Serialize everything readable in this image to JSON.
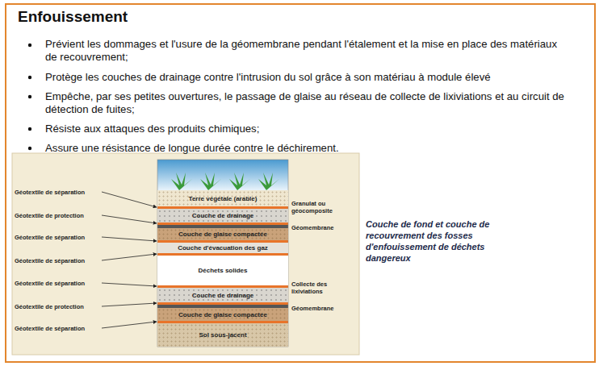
{
  "diagram": {
    "title": "Enfouissement",
    "nodes": [
      {
        "text": [
          "Terre végétale (arable)"
        ]
      },
      {
        "text": [
          "Couche de drainage"
        ]
      },
      {
        "text": [
          "Couche de glaise compactée"
        ]
      },
      {
        "text": [
          "Couche d'évacuation des gaz"
        ]
      },
      {
        "text": [
          "Déchets solides"
        ]
      },
      {
        "text": [
          "Couche de drainage"
        ]
      },
      {
        "text": [
          "Couche de glaise compactée"
        ]
      },
      {
        "text": [
          "Sol sous-jacent"
        ]
      }
    ],
    "labels": [
      "Prévient les dommages et l'usure de la géomembrane pendant l'étalement et la mise en place des matériaux de recouvrement;",
      "Protège les couches de drainage contre l'intrusion du sol grâce à son matériau à module élevé",
      "Empêche, par ses petites ouvertures, le passage de glaise au réseau de collecte de lixiviations et au circuit de détection de fuites;",
      "Résiste aux attaques des produits chimiques;",
      "Assure une résistance de longue durée contre le déchirement.",
      "Géotextile de séparation",
      "Géotextile de protection",
      "Géotextile de séparation",
      "Géotextile de séparation",
      "Géotextile de séparation",
      "Géotextile de protection",
      "Géotextile de séparation",
      "Granulat ou géocomposite",
      "Géomembrane",
      "Collecte des lixiviations",
      "Géomembrane"
    ],
    "caption": "Couche de fond et couche de recouvrement des fosses d'enfouissement de déchets dangereux"
  }
}
